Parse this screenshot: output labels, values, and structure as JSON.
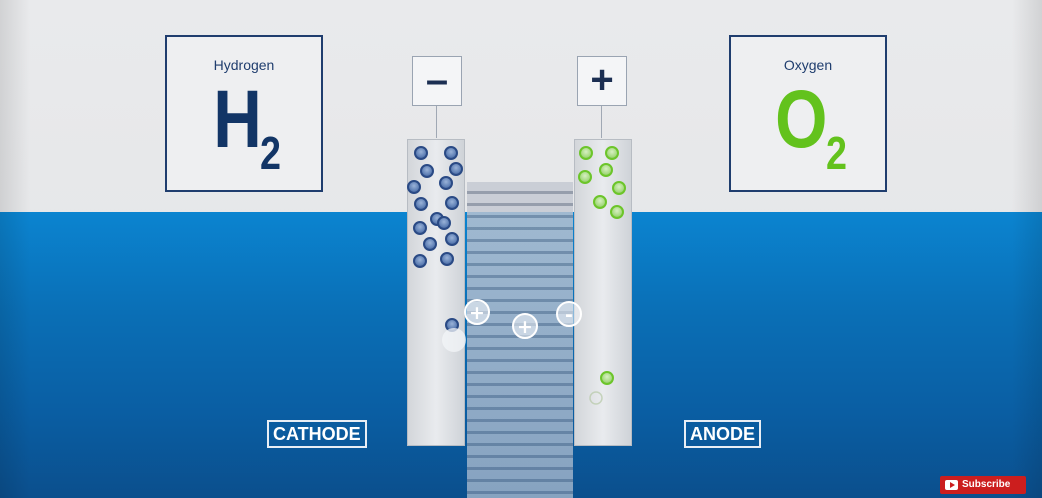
{
  "gases": {
    "hydrogen": {
      "label": "Hydrogen",
      "symbol": "H",
      "subscript": "2",
      "color": "#123566"
    },
    "oxygen": {
      "label": "Oxygen",
      "symbol": "O",
      "subscript": "2",
      "color": "#63c21d"
    }
  },
  "terminals": {
    "negative": "–",
    "positive": "+"
  },
  "electrodes": {
    "cathode": "CATHODE",
    "anode": "ANODE"
  },
  "ions": {
    "positive_sign": "+",
    "negative_sign": "-"
  },
  "youtube": {
    "subscribe_label": "Subscribe",
    "icon": "youtube-play-icon"
  },
  "colors": {
    "water": "#0a6fb6",
    "hydrogen_bubble": "#2a4a85",
    "oxygen_bubble": "#6cc52a",
    "frame": "#1f3d6e"
  }
}
